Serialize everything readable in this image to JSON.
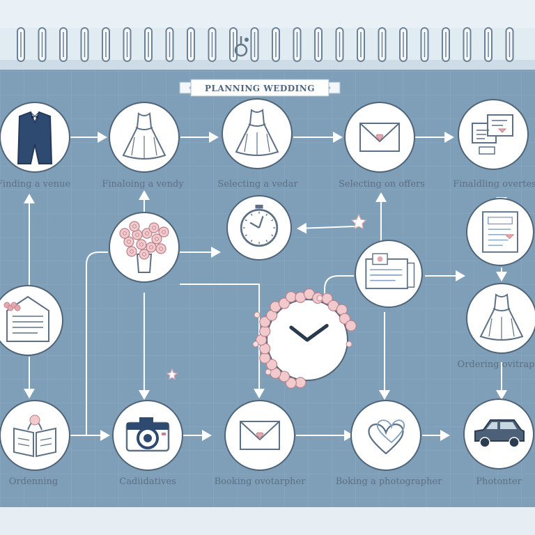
{
  "title": "PLANNING WEDDING",
  "colors": {
    "board": "#7f9fb8",
    "board_top": "#d9e6ef",
    "grid": "#9ab3c6",
    "node_fill": "#ffffff",
    "node_stroke": "#4f6478",
    "connector": "#ffffff",
    "accent": "#e2a9b0",
    "icon_line": "#5d7086"
  },
  "nodes": [
    {
      "id": "n1",
      "icon": "tuxedo-icon",
      "label": "Finding a venue"
    },
    {
      "id": "n2",
      "icon": "dress-icon",
      "label": "Finaloing a vendy"
    },
    {
      "id": "n3",
      "icon": "dress-icon",
      "label": "Selecting a vedar"
    },
    {
      "id": "n4",
      "icon": "envelope-icon",
      "label": "Selecting on offers"
    },
    {
      "id": "n5",
      "icon": "document-icon",
      "label": "Finaldling overtes"
    },
    {
      "id": "n6",
      "icon": "invitation-icon",
      "label": ""
    },
    {
      "id": "n7",
      "icon": "bouquet-icon",
      "label": ""
    },
    {
      "id": "n8",
      "icon": "clock-icon",
      "label": ""
    },
    {
      "id": "n9",
      "icon": "card-icon",
      "label": ""
    },
    {
      "id": "n10",
      "icon": "checklist-icon",
      "label": ""
    },
    {
      "id": "n11",
      "icon": "floral-clock-icon",
      "label": ""
    },
    {
      "id": "n12",
      "icon": "dress-icon",
      "label": "Ordering ovitrap"
    },
    {
      "id": "n13",
      "icon": "book-icon",
      "label": "Ordenning"
    },
    {
      "id": "n14",
      "icon": "camera-icon",
      "label": "Cadiidatives"
    },
    {
      "id": "n15",
      "icon": "envelope-icon",
      "label": "Booking ovotarpher"
    },
    {
      "id": "n16",
      "icon": "heart-icon",
      "label": "Boking a photographer"
    },
    {
      "id": "n17",
      "icon": "car-icon",
      "label": "Photonter"
    }
  ]
}
